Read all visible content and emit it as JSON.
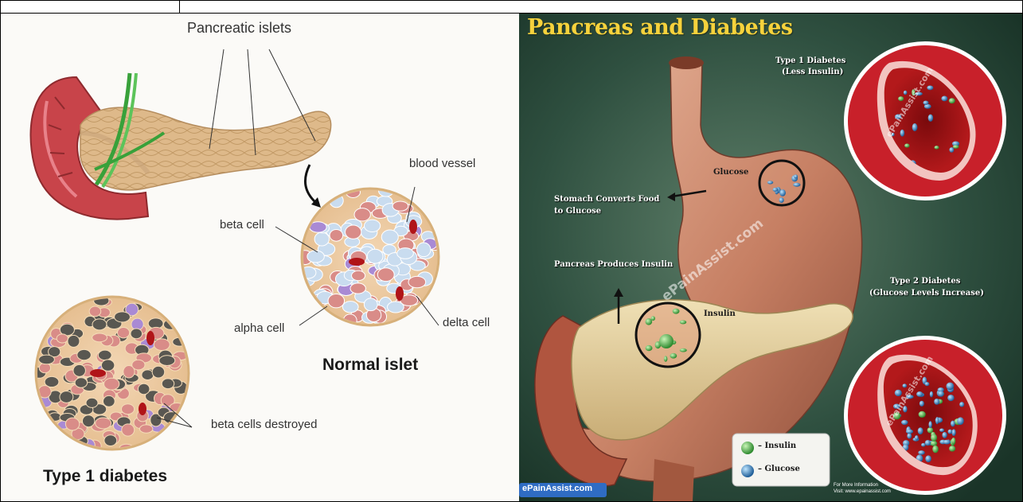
{
  "left_panel": {
    "pancreatic_islets_label": "Pancreatic islets",
    "blood_vessel_label": "blood vessel",
    "beta_cell_label": "beta cell",
    "alpha_cell_label": "alpha cell",
    "delta_cell_label": "delta cell",
    "normal_islet_title": "Normal islet",
    "beta_cells_destroyed_label": "beta cells destroyed",
    "type1_title": "Type 1 diabetes"
  },
  "right_panel": {
    "title": "Pancreas and Diabetes",
    "type1_heading": "Type 1 Diabetes",
    "type1_subheading": "(Less Insulin)",
    "type2_heading": "Type 2 Diabetes",
    "type2_subheading": "(Glucose Levels Increase)",
    "glucose_label": "Glucose",
    "insulin_label": "Insulin",
    "stomach_label_line1": "Stomach Converts Food",
    "stomach_label_line2": "to Glucose",
    "pancreas_label": "Pancreas Produces Insulin",
    "legend_insulin": "– Insulin",
    "legend_glucose": "– Glucose",
    "watermark": "ePainAssist.com",
    "footer_brand": "ePainAssist.com",
    "footer_info_line1": "For More Information",
    "footer_info_line2": "Visit: www.epainassist.com"
  },
  "colors": {
    "right_background": "#27483a",
    "title_yellow": "#f6d23c",
    "pancreas_tan": "#dcb887",
    "islet_pink": "#d98c88",
    "alpha_blue": "#c9dcef",
    "blood_red": "#b01418"
  }
}
